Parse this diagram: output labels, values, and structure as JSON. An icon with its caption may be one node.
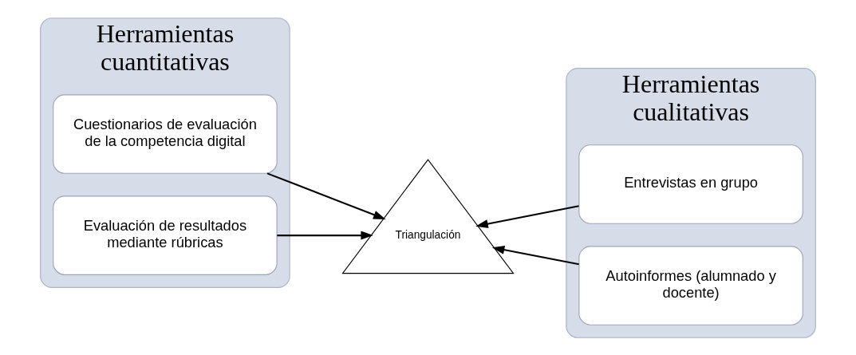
{
  "diagram": {
    "nodes": [
      {
        "text": [
          "Herramientas cuantitativas"
        ]
      },
      {
        "text": [
          "Cuestionarios de evaluación de la competencia digital"
        ],
        "in": 0
      },
      {
        "text": [
          "Evaluación de resultados mediante rúbricas"
        ],
        "in": 0
      },
      {
        "text": [
          "Triangulación"
        ]
      },
      {
        "text": [
          "Herramientas cualitativas"
        ]
      },
      {
        "text": [
          "Entrevistas en grupo"
        ],
        "in": 4
      },
      {
        "text": [
          "Autoinformes (alumnado y docente)"
        ],
        "in": 4
      }
    ],
    "edges": [
      {
        "from": 1,
        "to": 3,
        "arrow": "to"
      },
      {
        "from": 2,
        "to": 3,
        "arrow": "to"
      },
      {
        "from": 5,
        "to": 3,
        "arrow": "to"
      },
      {
        "from": 6,
        "to": 3,
        "arrow": "to"
      }
    ]
  }
}
